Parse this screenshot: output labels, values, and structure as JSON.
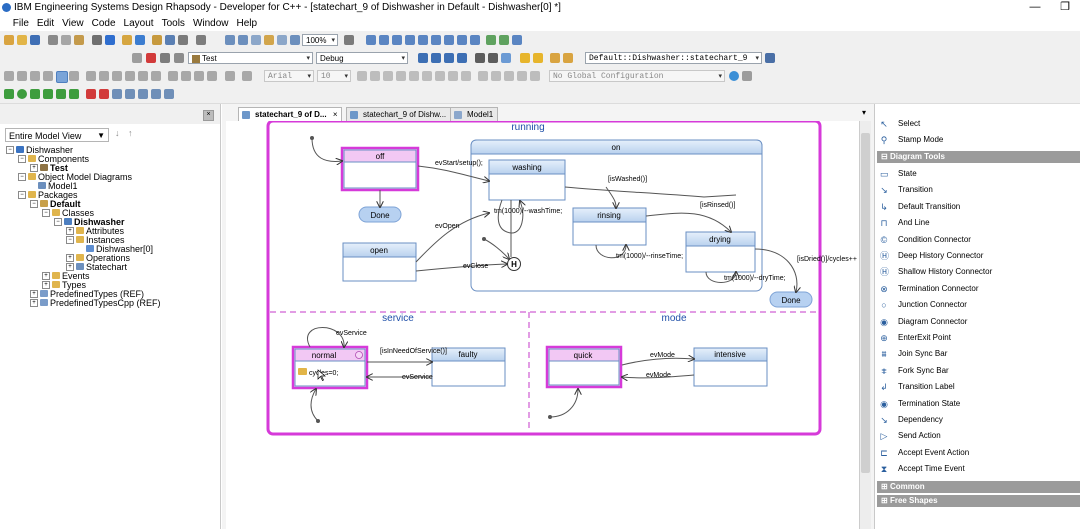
{
  "window": {
    "title": "IBM Engineering Systems Design Rhapsody - Developer for C++ - [statechart_9 of Dishwasher in Default - Dishwasher[0] *]",
    "minimize": "—",
    "restore": "❐"
  },
  "menu": [
    "File",
    "Edit",
    "View",
    "Code",
    "Layout",
    "Tools",
    "Window",
    "Help"
  ],
  "toolbar": {
    "zoom": "100%",
    "component": "Test",
    "configuration": "Debug",
    "context": "Default::Dishwasher::statechart_9",
    "font": "Arial",
    "font_size": "10",
    "global_config": "No Global Configuration"
  },
  "browser": {
    "filter": "Entire Model View",
    "tree": [
      {
        "label": "Dishwasher",
        "bold": false
      },
      {
        "label": "Components",
        "bold": false
      },
      {
        "label": "Test",
        "bold": true
      },
      {
        "label": "Object Model Diagrams",
        "bold": false
      },
      {
        "label": "Model1",
        "bold": false
      },
      {
        "label": "Packages",
        "bold": false
      },
      {
        "label": "Default",
        "bold": true
      },
      {
        "label": "Classes",
        "bold": false
      },
      {
        "label": "Dishwasher",
        "bold": true
      },
      {
        "label": "Attributes",
        "bold": false
      },
      {
        "label": "Instances",
        "bold": false
      },
      {
        "label": "Dishwasher[0]",
        "bold": false
      },
      {
        "label": "Operations",
        "bold": false
      },
      {
        "label": "Statechart",
        "bold": false
      },
      {
        "label": "Events",
        "bold": false
      },
      {
        "label": "Types",
        "bold": false
      },
      {
        "label": "PredefinedTypes (REF)",
        "bold": false
      },
      {
        "label": "PredefinedTypesCpp (REF)",
        "bold": false
      }
    ]
  },
  "tabs": [
    "statechart_9 of D...",
    "statechart_9 of Dishw...",
    "Model1"
  ],
  "diagram": {
    "running": "running",
    "service": "service",
    "mode": "mode",
    "on": "on",
    "states": {
      "off": "off",
      "washing": "washing",
      "rinsing": "rinsing",
      "drying": "drying",
      "open": "open",
      "normal": "normal",
      "faulty": "faulty",
      "quick": "quick",
      "intensive": "intensive"
    },
    "terminals": {
      "done1": "Done",
      "done2": "Done",
      "history": "H"
    },
    "normal_action": "cycles=0;",
    "labels": {
      "evStart": "evStart/setup();",
      "isWashed": "[isWashed()]",
      "tmWash": "tm(1000)/--washTime;",
      "isRinsed": "[isRinsed()]",
      "evOpen": "evOpen",
      "evClose": "evClose",
      "tmRinse": "tm(1000)/--rinseTime;",
      "tmDry": "tm(1000)/--dryTime;",
      "isDried": "[isDried()]/cycles++",
      "evService1": "evService",
      "isInNeed": "[isInNeedOfService()]",
      "evService2": "evService",
      "evMode1": "evMode",
      "evMode2": "evMode"
    }
  },
  "palette": {
    "top": [
      "Select",
      "Stamp Mode"
    ],
    "section_diagram": "Diagram Tools",
    "tools": [
      {
        "label": "State",
        "icon": "state-icon"
      },
      {
        "label": "Transition",
        "icon": "transition-icon"
      },
      {
        "label": "Default Transition",
        "icon": "default-transition-icon"
      },
      {
        "label": "And Line",
        "icon": "and-line-icon"
      },
      {
        "label": "Condition Connector",
        "icon": "condition-connector-icon"
      },
      {
        "label": "Deep History Connector",
        "icon": "deep-history-icon"
      },
      {
        "label": "Shallow History Connector",
        "icon": "shallow-history-icon"
      },
      {
        "label": "Termination Connector",
        "icon": "termination-connector-icon"
      },
      {
        "label": "Junction Connector",
        "icon": "junction-connector-icon"
      },
      {
        "label": "Diagram Connector",
        "icon": "diagram-connector-icon"
      },
      {
        "label": "EnterExit Point",
        "icon": "enterexit-point-icon"
      },
      {
        "label": "Join Sync Bar",
        "icon": "join-sync-bar-icon"
      },
      {
        "label": "Fork Sync Bar",
        "icon": "fork-sync-bar-icon"
      },
      {
        "label": "Transition Label",
        "icon": "transition-label-icon"
      },
      {
        "label": "Termination State",
        "icon": "termination-state-icon"
      },
      {
        "label": "Dependency",
        "icon": "dependency-icon"
      },
      {
        "label": "Send Action",
        "icon": "send-action-icon"
      },
      {
        "label": "Accept Event Action",
        "icon": "accept-event-action-icon"
      },
      {
        "label": "Accept Time Event",
        "icon": "accept-time-event-icon"
      }
    ],
    "section_common": "Common",
    "section_free": "Free Shapes"
  }
}
